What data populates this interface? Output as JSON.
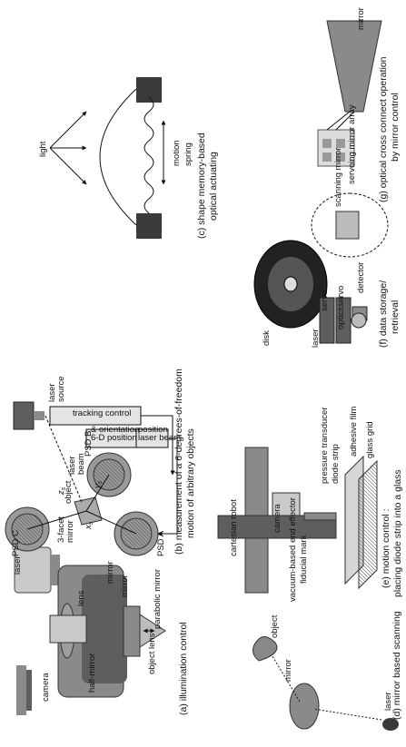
{
  "panels": {
    "a": {
      "caption": "(a) illumination control",
      "labels": {
        "laser": "laser",
        "camera": "camera",
        "lens": "lens",
        "mirror1": "mirror",
        "mirror2": "mirror",
        "half_mirror": "half-mirror",
        "parabolic_mirror": "parabolic mirror",
        "object_lens": "object lens"
      }
    },
    "b": {
      "caption_line1": "(b) measurement of a 6-degrees-of-freedom",
      "caption_line2": "motion of arbitrary objects",
      "labels": {
        "tracking_control": "tracking control",
        "pose_line1": "6-D position",
        "pose_line2": "& orientation",
        "beam_line1": "laser beam",
        "beam_line2": "position",
        "psd_b": "PSD B",
        "psd_c": "PSD C",
        "psd_a": "PSD A",
        "laser_beam_line1": "laser",
        "laser_beam_line2": "beam",
        "object": "object",
        "laser_source_line1": "laser",
        "laser_source_line2": "source",
        "facet_line1": "3-facet",
        "facet_line2": "mirror",
        "ys": "y",
        "ys_sub": "s",
        "zs": "z",
        "zs_sub": "s",
        "xs": "x",
        "xs_sub": "s"
      }
    },
    "c": {
      "caption_line1": "(c) shape memory-based",
      "caption_line2": "optical actuating",
      "labels": {
        "light": "light",
        "motion": "motion",
        "spring": "spring"
      }
    },
    "d": {
      "caption": "(d) mirror based scanning",
      "labels": {
        "mirror": "mirror",
        "object": "object",
        "laser": "laser"
      }
    },
    "e": {
      "caption_line1": "(e) motion control :",
      "caption_line2": "placing diode strip into a glass",
      "labels": {
        "cartesian_robot": "cartesian robot",
        "camera": "camera",
        "vacuum_line1": "vacuum-based end effector",
        "vacuum_line2": "fiducial mark",
        "transducer_line1": "pressure transducer",
        "transducer_line2": "diode strip",
        "adhesive_film": "adhesive film",
        "glass_grid": "glass grid"
      }
    },
    "f": {
      "caption_line1": "(f) data storage/",
      "caption_line2": "retrieval",
      "labels": {
        "disk": "disk",
        "laser": "laser",
        "optics": "optics",
        "servo1": "servo",
        "servo2": "servo",
        "detector": "detector"
      }
    },
    "g": {
      "caption_line1": "(g) optical cross connect operation",
      "caption_line2": "by mirror control",
      "labels": {
        "mirror": "mirror",
        "servoing_array": "servoing mirror array",
        "scanning_mirror": "scanning mirror"
      }
    }
  }
}
